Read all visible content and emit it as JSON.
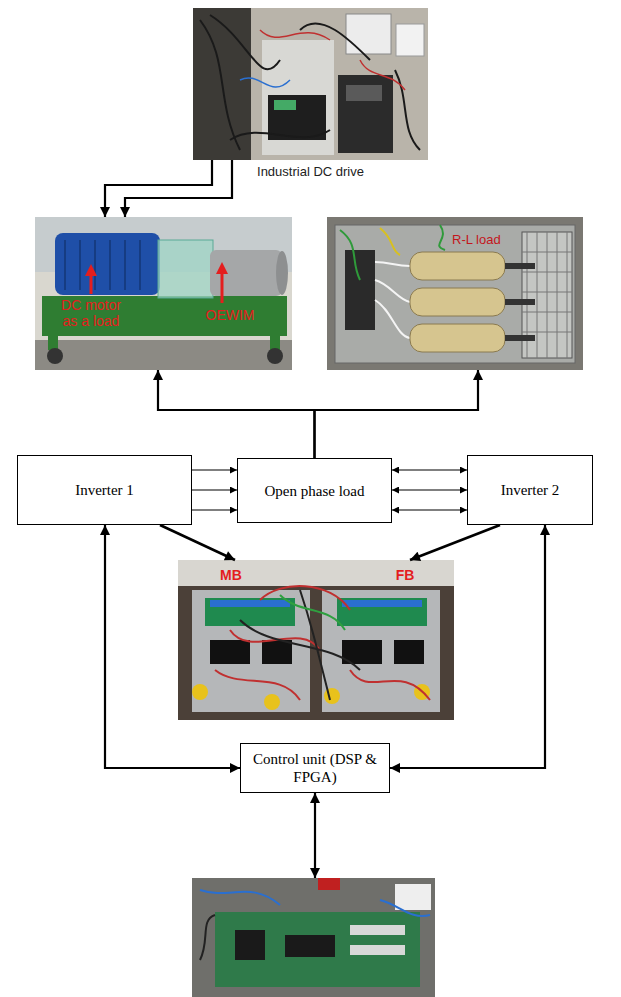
{
  "diagram": {
    "nodes": [
      {
        "text": [
          "Industrial DC drive"
        ]
      },
      {
        "text": [
          "DC motor as a load",
          "OEWIM"
        ]
      },
      {
        "text": [
          "R-L load"
        ]
      },
      {
        "text": [
          "Inverter 1"
        ]
      },
      {
        "text": [
          "Open phase load"
        ]
      },
      {
        "text": [
          "Inverter 2"
        ]
      },
      {
        "text": [
          "MB",
          "FB"
        ]
      },
      {
        "text": [
          "Control unit (DSP & FPGA)"
        ]
      },
      {
        "text": []
      }
    ],
    "edges": [
      {
        "from": 0,
        "to": 1,
        "arrow": "to"
      },
      {
        "from": 0,
        "to": 1,
        "arrow": "to"
      },
      {
        "from": 4,
        "to": 1,
        "arrow": "to"
      },
      {
        "from": 4,
        "to": 2,
        "arrow": "to"
      },
      {
        "from": 3,
        "to": 4,
        "arrow": "to"
      },
      {
        "from": 3,
        "to": 4,
        "arrow": "to"
      },
      {
        "from": 3,
        "to": 4,
        "arrow": "to"
      },
      {
        "from": 4,
        "to": 5,
        "arrow": "both"
      },
      {
        "from": 4,
        "to": 5,
        "arrow": "both"
      },
      {
        "from": 4,
        "to": 5,
        "arrow": "both"
      },
      {
        "from": 3,
        "to": 6,
        "arrow": "to"
      },
      {
        "from": 5,
        "to": 6,
        "arrow": "to"
      },
      {
        "from": 3,
        "to": 7,
        "arrow": "both"
      },
      {
        "from": 5,
        "to": 7,
        "arrow": "both"
      },
      {
        "from": 7,
        "to": 8,
        "arrow": "both"
      }
    ]
  }
}
